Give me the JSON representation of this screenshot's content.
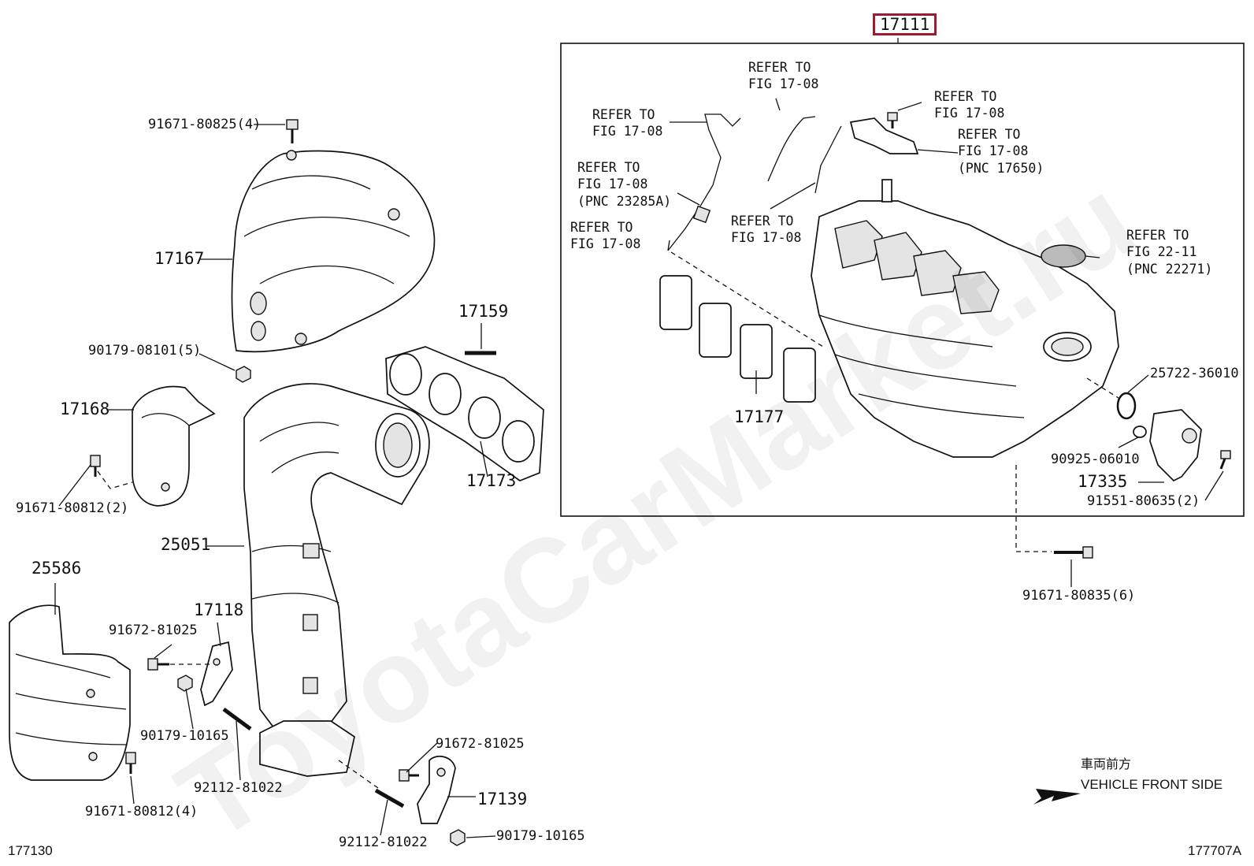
{
  "frame": {
    "part_number": "17111"
  },
  "callouts": {
    "p91671_80825": "91671-80825(4)",
    "p17167": "17167",
    "p90179_08101": "90179-08101(5)",
    "p17168": "17168",
    "p91671_80812_2": "91671-80812(2)",
    "p25586": "25586",
    "p17159": "17159",
    "p17173": "17173",
    "p25051": "25051",
    "p17118": "17118",
    "p91672_81025_a": "91672-81025",
    "p90179_10165_a": "90179-10165",
    "p92112_81022_a": "92112-81022",
    "p91671_80812_4": "91671-80812(4)",
    "p91672_81025_b": "91672-81025",
    "p17139": "17139",
    "p92112_81022_b": "92112-81022",
    "p90179_10165_b": "90179-10165",
    "p17177": "17177",
    "p25722_36010": "25722-36010",
    "p90925_06010": "90925-06010",
    "p17335": "17335",
    "p91551_80635": "91551-80635(2)",
    "p91671_80835": "91671-80835(6)"
  },
  "references": {
    "r1": "REFER TO\nFIG 17-08",
    "r2": "REFER TO\nFIG 17-08",
    "r3": "REFER TO\nFIG 17-08\n(PNC 23285A)",
    "r4": "REFER TO\nFIG 17-08",
    "r5": "REFER TO\nFIG 17-08",
    "r6": "REFER TO\nFIG 17-08",
    "r7": "REFER TO\nFIG 17-08\n(PNC 17650)",
    "r8": "REFER TO\nFIG 22-11\n(PNC 22271)"
  },
  "direction": {
    "japanese": "車両前方",
    "english": "VEHICLE FRONT SIDE"
  },
  "footer": {
    "left_code": "177130",
    "right_code": "177707A"
  },
  "watermark": "ToyotaCarMarket.ru"
}
